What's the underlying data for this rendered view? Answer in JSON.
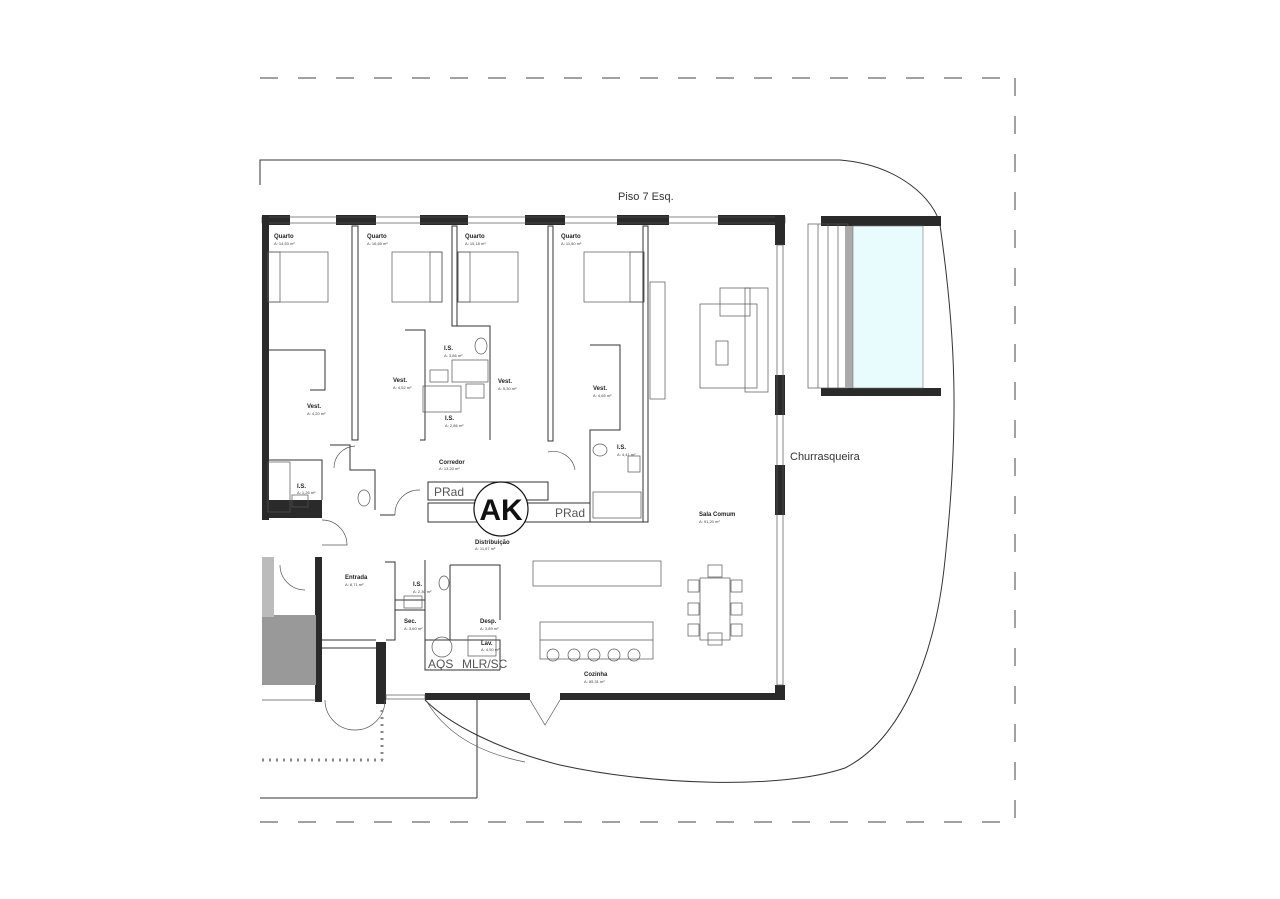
{
  "plan": {
    "floor_title": "Piso 7 Esq.",
    "outdoor_label": "Churrasqueira",
    "logo_text": "AK",
    "glass_color": "#e8fbfd",
    "radiator_labels": [
      "PRad",
      "PRad"
    ],
    "equipment_labels": [
      "AQS",
      "MLR/SC"
    ],
    "rooms": [
      {
        "name": "Quarto",
        "area": "A: 14,53 m²"
      },
      {
        "name": "Quarto",
        "area": "A: 16,69 m²"
      },
      {
        "name": "Quarto",
        "area": "A: 15,18 m²"
      },
      {
        "name": "Quarto",
        "area": "A: 11,50 m²"
      },
      {
        "name": "Vest.",
        "area": "A: 4,20 m²"
      },
      {
        "name": "Vest.",
        "area": "A: 4,52 m²"
      },
      {
        "name": "I.S.",
        "area": "A: 3,86 m²"
      },
      {
        "name": "Vest.",
        "area": "A: 5,30 m²"
      },
      {
        "name": "I.S.",
        "area": "A: 2,86 m²"
      },
      {
        "name": "Vest.",
        "area": "A: 4,65 m²"
      },
      {
        "name": "I.S.",
        "area": "A: 1,26 m²"
      },
      {
        "name": "Corredor",
        "area": "A: 13,20 m²"
      },
      {
        "name": "I.S.",
        "area": "A: 4,41 m²"
      },
      {
        "name": "Sala Comum",
        "area": "A: 91,20 m²"
      },
      {
        "name": "Distribuição",
        "area": "A: 11,67 m²"
      },
      {
        "name": "Entrada",
        "area": "A: 8,71 m²"
      },
      {
        "name": "I.S.",
        "area": "A: 2,30 m²"
      },
      {
        "name": "Sec.",
        "area": "A: 3,60 m²"
      },
      {
        "name": "Desp.",
        "area": "A: 3,89 m²"
      },
      {
        "name": "Lav.",
        "area": "A: 4,50 m²"
      },
      {
        "name": "Cozinha",
        "area": "A: 85,31 m²"
      }
    ]
  }
}
